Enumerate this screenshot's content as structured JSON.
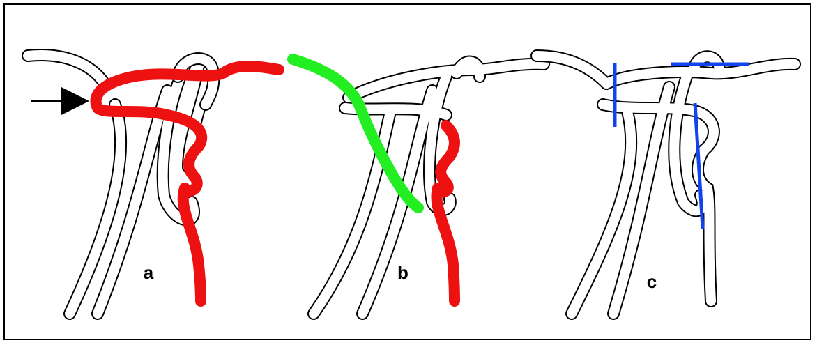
{
  "figure": {
    "panels": [
      {
        "id": "a",
        "label": "a"
      },
      {
        "id": "b",
        "label": "b"
      },
      {
        "id": "c",
        "label": "c"
      }
    ],
    "colors": {
      "outline": "#000000",
      "rope_fill": "#ffffff",
      "highlight_red": "#ee1111",
      "highlight_green": "#22ee22",
      "marker_blue": "#1144ee",
      "arrow": "#000000"
    }
  }
}
